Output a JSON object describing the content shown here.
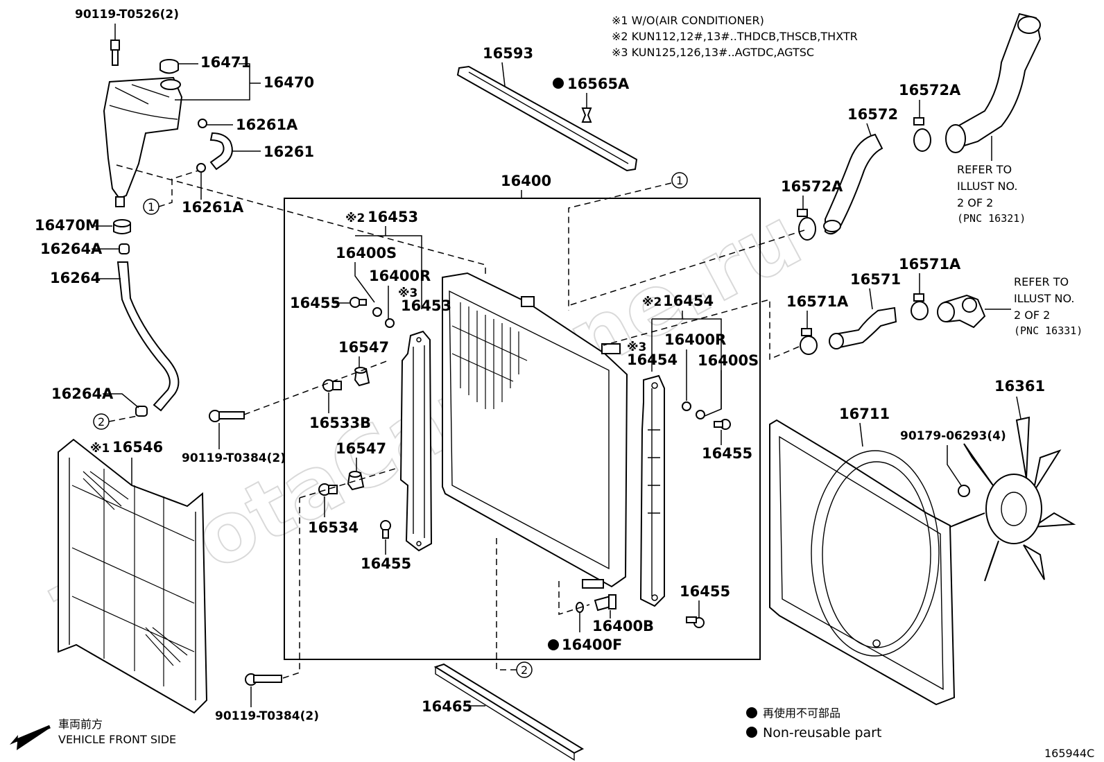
{
  "notes": {
    "n1": "※1  W/O(AIR CONDITIONER)",
    "n2": "※2 KUN112,12#,13#..THDCB,THSCB,THXTR",
    "n3": "※3 KUN125,126,13#..AGTDC,AGTSC"
  },
  "labels": {
    "l_90119_t0526": "90119-T0526(2)",
    "l_16471": "16471",
    "l_16470": "16470",
    "l_16261a_top": "16261A",
    "l_16261": "16261",
    "l_16261a_bot": "16261A",
    "l_16470m": "16470M",
    "l_16264a_top": "16264A",
    "l_16264": "16264",
    "l_16264a_bot": "16264A",
    "l_16546": "16546",
    "l_16593": "16593",
    "l_16565a": "16565A",
    "l_16400": "16400",
    "l_16453_top": "16453",
    "l_16400s_left": "16400S",
    "l_16400r_left": "16400R",
    "l_16453_mid": "16453",
    "l_16455_left": "16455",
    "l_16547_top": "16547",
    "l_16533b": "16533B",
    "l_90119_t0384_a": "90119-T0384(2)",
    "l_16547_bot": "16547",
    "l_16534": "16534",
    "l_16455_bl": "16455",
    "l_16454_top": "16454",
    "l_16400r_right": "16400R",
    "l_16454_mid": "16454",
    "l_16400s_right": "16400S",
    "l_16455_right": "16455",
    "l_16455_br": "16455",
    "l_16400b": "16400B",
    "l_16400f": "16400F",
    "l_90119_t0384_b": "90119-T0384(2)",
    "l_16465": "16465",
    "l_16572": "16572",
    "l_16572a_top": "16572A",
    "l_16572a_left": "16572A",
    "l_16571": "16571",
    "l_16571a_top": "16571A",
    "l_16571a_left": "16571A",
    "l_16711": "16711",
    "l_16361": "16361",
    "l_90179": "90179-06293(4)"
  },
  "marks": {
    "x1": "※1",
    "x2a": "※2",
    "x3a": "※3",
    "x2b": "※2",
    "x3b": "※3"
  },
  "callouts": {
    "c1": "1",
    "c2": "2"
  },
  "refer_upper": {
    "l1": "REFER TO",
    "l2": "ILLUST NO.",
    "l3": "2 OF 2",
    "l4": "(PNC 16321)"
  },
  "refer_lower": {
    "l1": "REFER TO",
    "l2": "ILLUST NO.",
    "l3": "2 OF 2",
    "l4": "(PNC 16331)"
  },
  "legend": {
    "jp": "再使用不可部品",
    "en": "Non-reusable part"
  },
  "front": {
    "jp": "車両前方",
    "en": "VEHICLE FRONT SIDE"
  },
  "figure_id": "165944C",
  "watermark": "ToyotaCarMine.ru"
}
